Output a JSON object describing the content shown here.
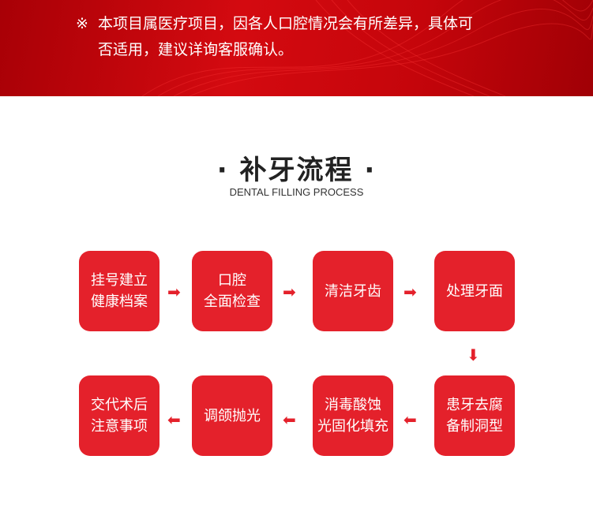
{
  "banner": {
    "mark": "※",
    "line1": "本项目属医疗项目，因各人口腔情况会有所差异，具体可",
    "line2": "否适用，建议详询客服确认。"
  },
  "title": "· 补牙流程 ·",
  "subtitle": "DENTAL FILLING PROCESS",
  "steps": [
    {
      "l1": "挂号建立",
      "l2": "健康档案"
    },
    {
      "l1": "口腔",
      "l2": "全面检查"
    },
    {
      "l1": "清洁牙齿",
      "l2": ""
    },
    {
      "l1": "处理牙面",
      "l2": ""
    },
    {
      "l1": "患牙去腐",
      "l2": "备制洞型"
    },
    {
      "l1": "消毒酸蚀",
      "l2": "光固化填充"
    },
    {
      "l1": "调颌抛光",
      "l2": ""
    },
    {
      "l1": "交代术后",
      "l2": "注意事项"
    }
  ],
  "colors": {
    "accent": "#e4212b",
    "banner": "#c5050b"
  }
}
